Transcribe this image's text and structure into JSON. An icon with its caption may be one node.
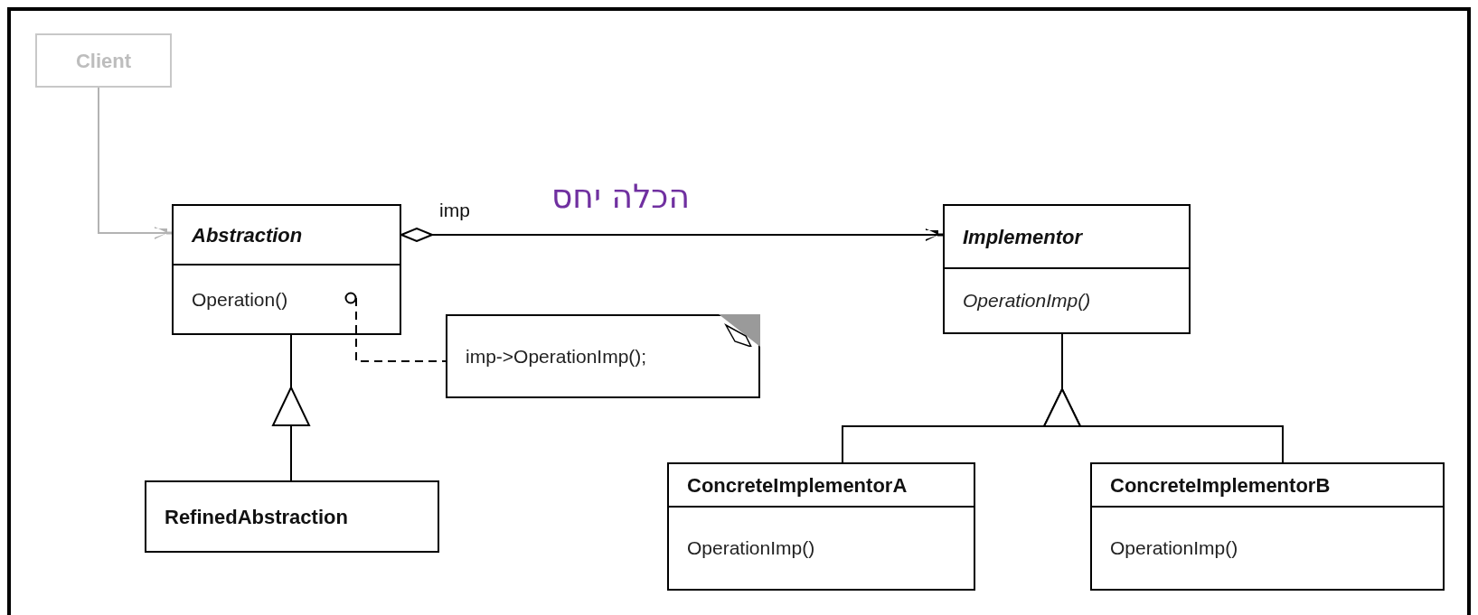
{
  "diagram": {
    "nodes": [
      {
        "text": [
          "Client"
        ]
      },
      {
        "text": [
          "Abstraction",
          "Operation()"
        ]
      },
      {
        "text": [
          "imp->OperationImp();"
        ]
      },
      {
        "text": [
          "RefinedAbstraction"
        ]
      },
      {
        "text": [
          "Implementor",
          "OperationImp()"
        ]
      },
      {
        "text": [
          "ConcreteImplementorA",
          "OperationImp()"
        ]
      },
      {
        "text": [
          "ConcreteImplementorB",
          "OperationImp()"
        ]
      }
    ],
    "edges": [
      {
        "from": 0,
        "to": 1,
        "arrow": "to",
        "color": "#b3b3b3"
      },
      {
        "from": 1,
        "to": 4,
        "arrow": "to",
        "label": "imp"
      },
      {
        "from": 1,
        "to": 2,
        "arrow": "other",
        "style": "dashed"
      },
      {
        "from": 3,
        "to": 1,
        "arrow": "to"
      },
      {
        "from": 5,
        "to": 4,
        "arrow": "to"
      },
      {
        "from": 6,
        "to": 4,
        "arrow": "to"
      }
    ],
    "labels": [
      "הכלה יחס"
    ]
  }
}
